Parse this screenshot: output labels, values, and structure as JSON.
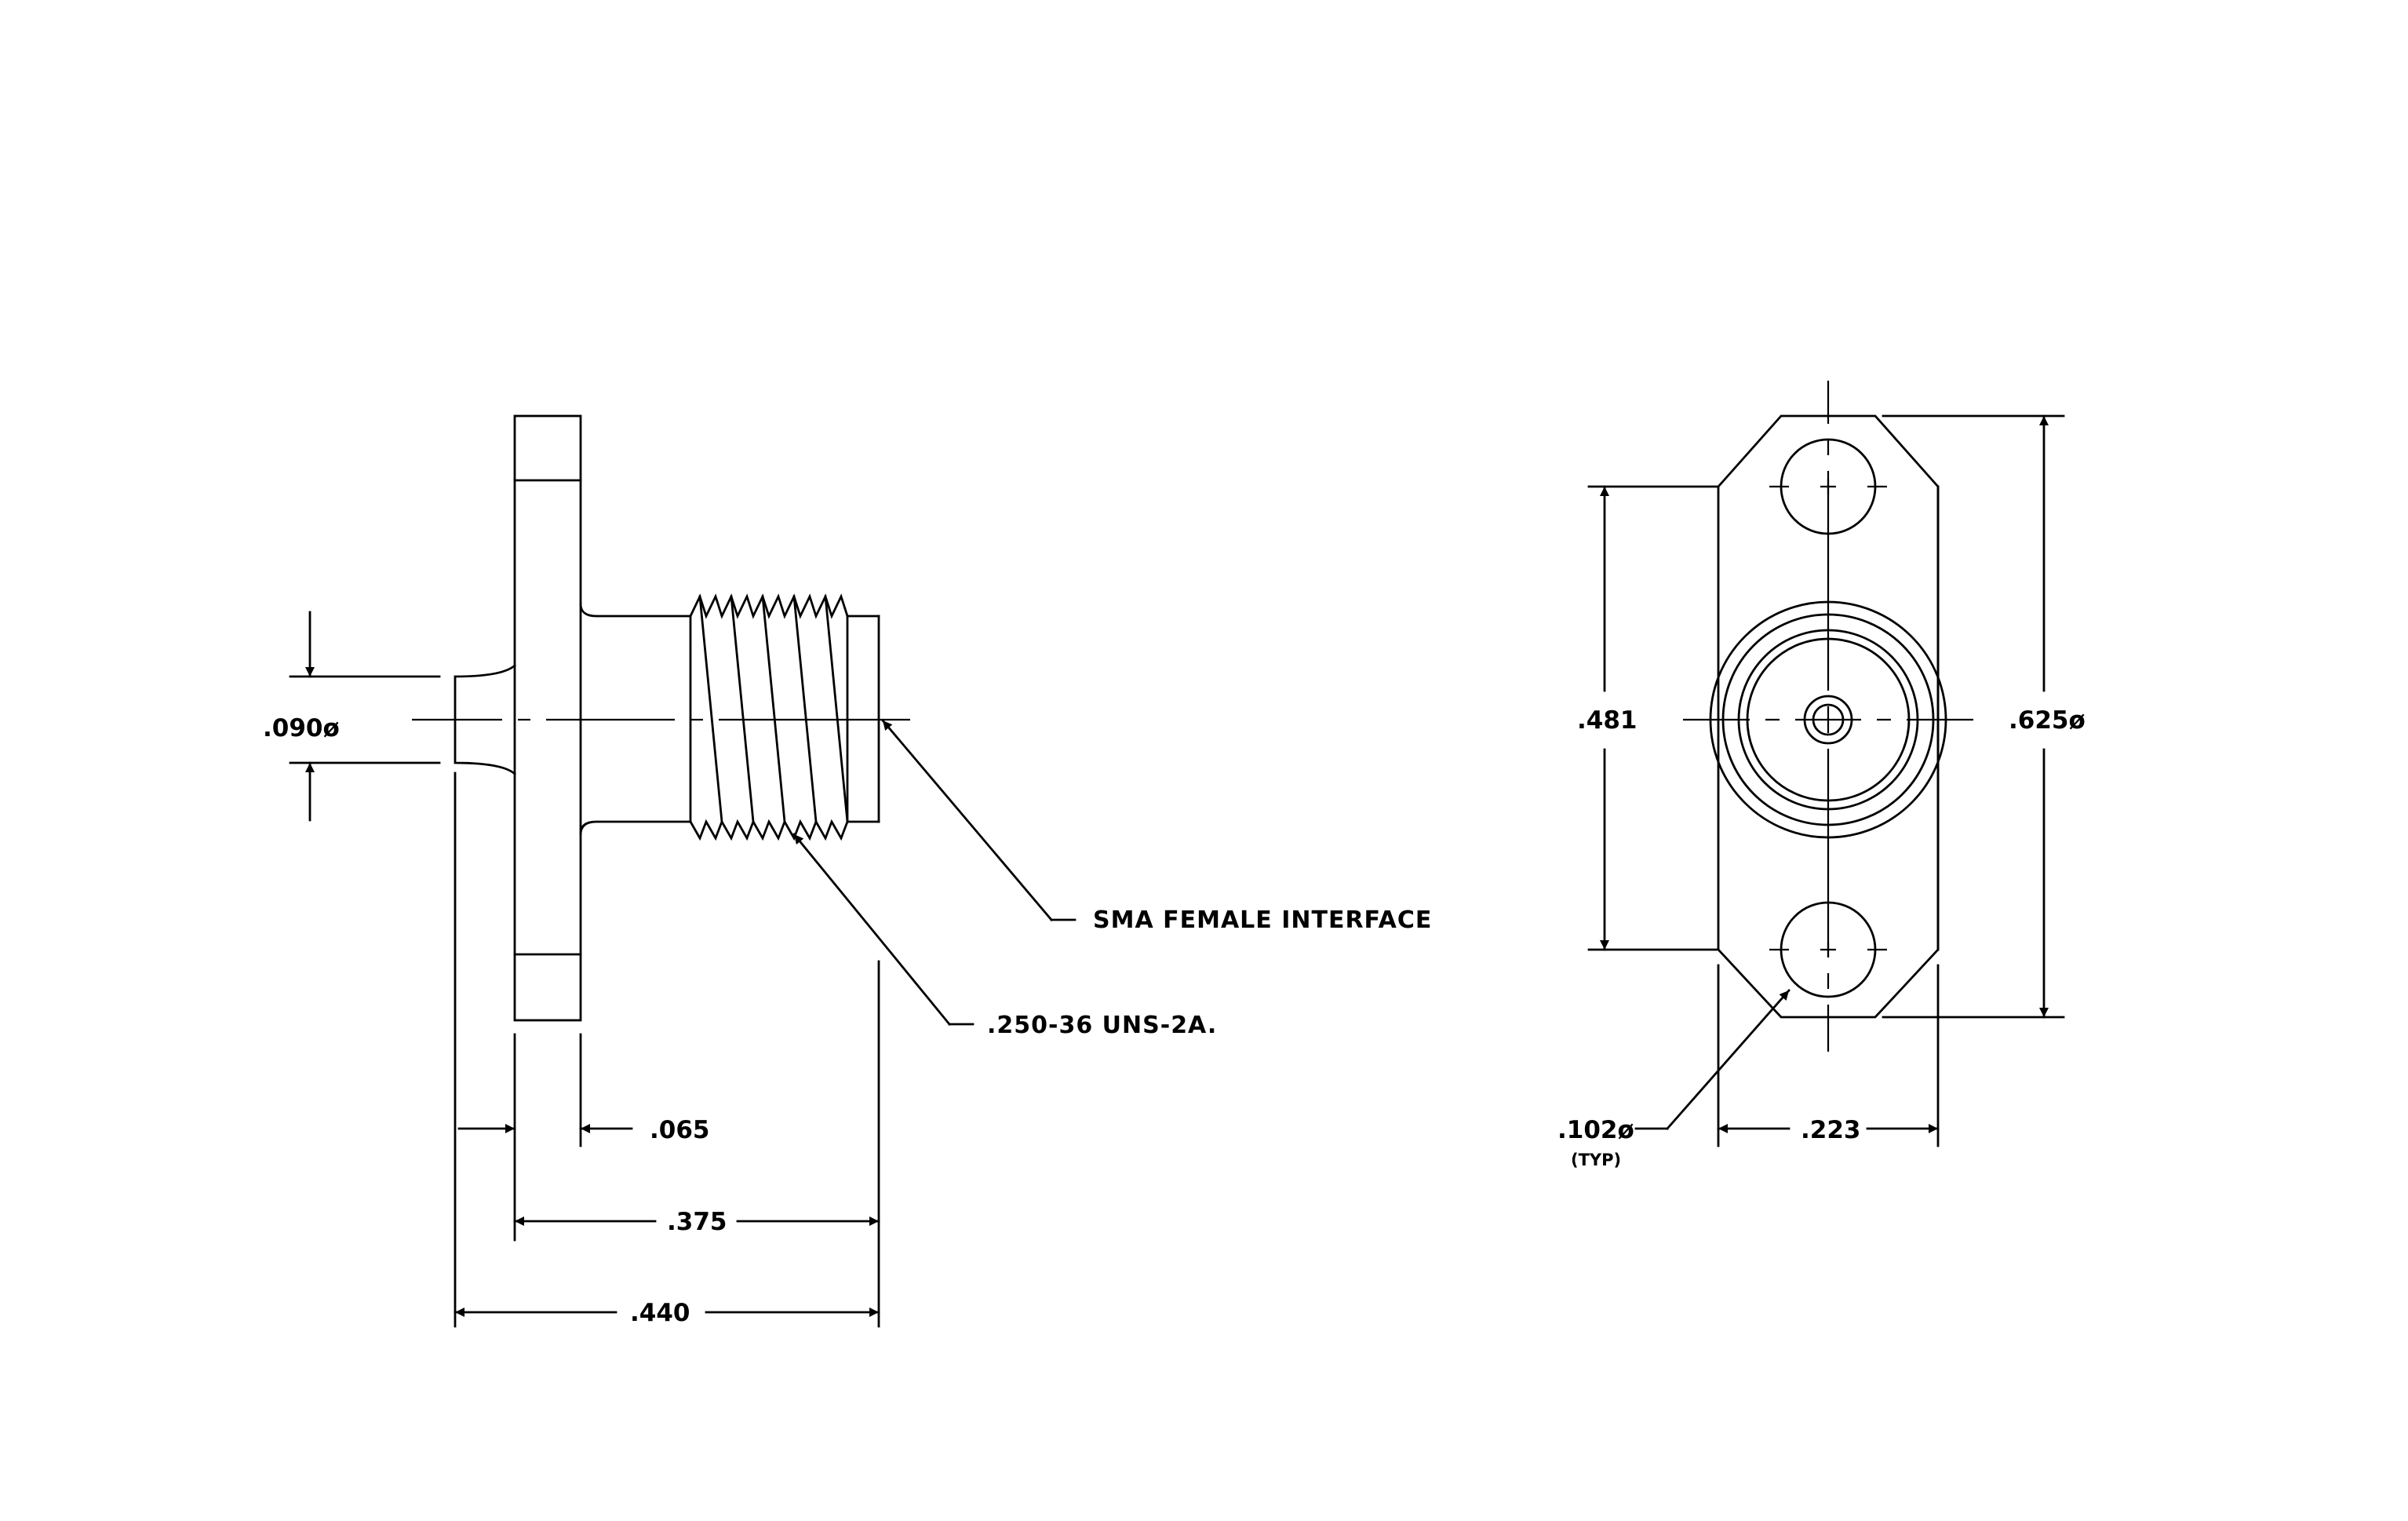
{
  "side_view": {
    "pin_diameter": ".090ø",
    "flange_thickness": ".065",
    "body_length": ".375",
    "overall_length": ".440",
    "thread_callout": ".250-36 UNS-2A.",
    "interface_callout": "SMA FEMALE INTERFACE"
  },
  "front_view": {
    "hole_spacing": ".481",
    "flange_height": ".625ø",
    "hole_diameter": ".102ø",
    "hole_note": "(TYP)",
    "flange_width": ".223"
  }
}
